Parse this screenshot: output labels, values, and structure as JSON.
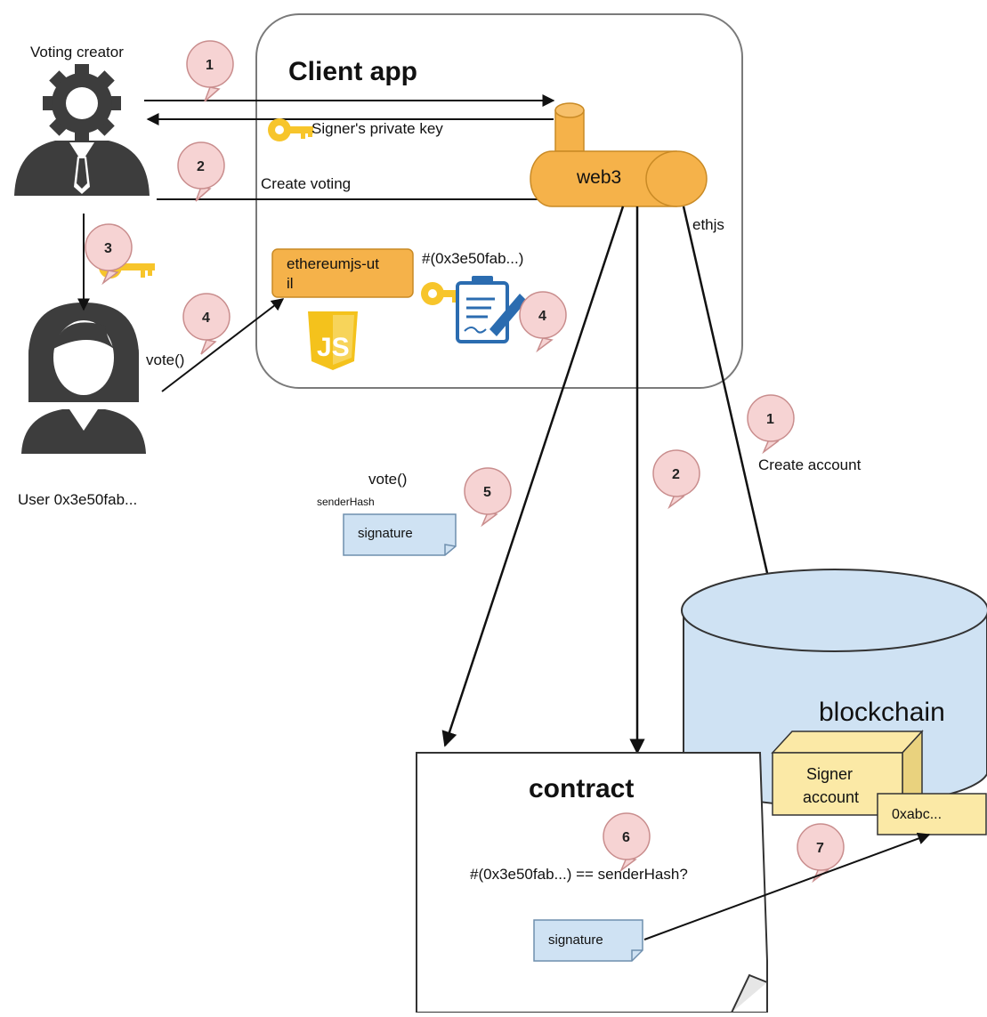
{
  "actors": {
    "creator_label": "Voting creator",
    "user_label": "User 0x3e50fab..."
  },
  "client_app": {
    "title": "Client app",
    "private_key_label": "Signer's private key",
    "create_voting_label": "Create voting",
    "web3_label": "web3",
    "ethjs_label": "ethjs",
    "ethereumjs_label_line1": "ethereumjs-ut",
    "ethereumjs_label_line2": "il",
    "hash_label": "#(0x3e50fab...)",
    "js_logo_text": "JS"
  },
  "calls": {
    "vote_user_label": "vote()",
    "vote_tx_label": "vote()",
    "sender_hash_label": "senderHash",
    "signature_label": "signature",
    "create_account_label": "Create account"
  },
  "blockchain": {
    "title": "blockchain",
    "signer_line1": "Signer",
    "signer_line2": "account",
    "address_label": "0xabc..."
  },
  "contract": {
    "title": "contract",
    "check_label": "#(0x3e50fab...) == senderHash?",
    "signature_label": "signature"
  },
  "steps": {
    "s1_creator": "1",
    "s2_creator": "2",
    "s3_key": "3",
    "s4_user": "4",
    "s4_sign": "4",
    "s1_account": "1",
    "s2_contract": "2",
    "s5_vote": "5",
    "s6_check": "6",
    "s7_verify": "7"
  },
  "colors": {
    "orange": "#f5b24a",
    "orange_stroke": "#c98a25",
    "key_yellow": "#f7c52b",
    "bubble_fill": "#f6d3d3",
    "bubble_stroke": "#c98d8d",
    "note_blue": "#cfe2f3",
    "cylinder_blue": "#cfe2f3",
    "signer_yellow": "#fbe9a6",
    "person_gray": "#3d3d3d",
    "js_yellow": "#f4c21c"
  }
}
